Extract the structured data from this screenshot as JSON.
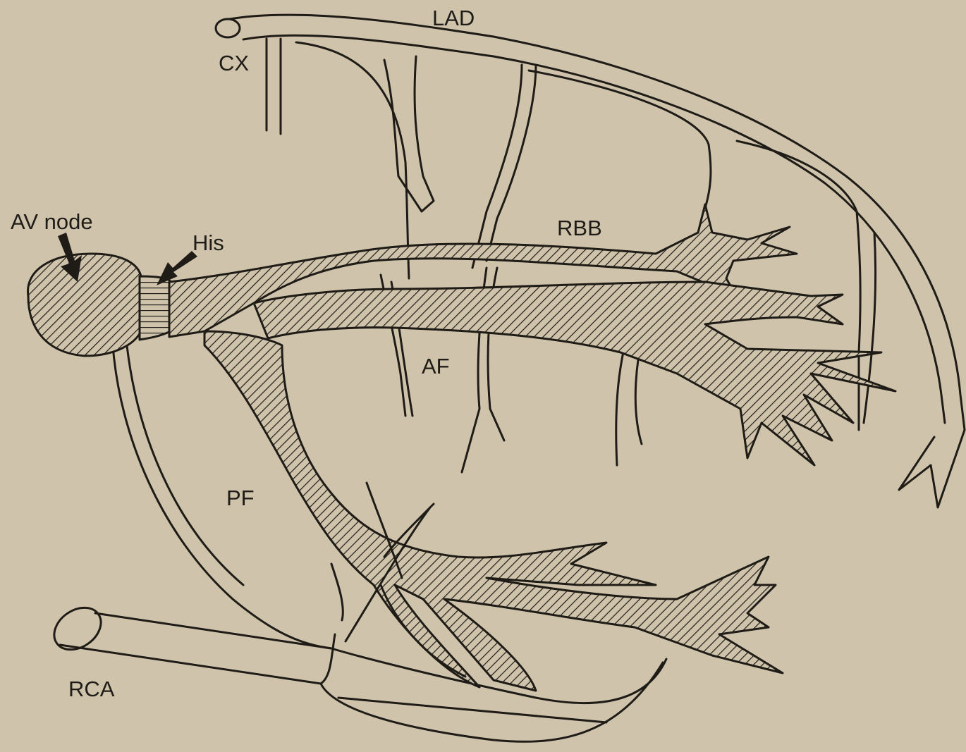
{
  "labels": {
    "lad": "LAD",
    "cx": "CX",
    "av_node": "AV node",
    "his": "His",
    "rbb": "RBB",
    "af": "AF",
    "pf": "PF",
    "rca": "RCA"
  },
  "colors": {
    "paper": "#cfc4ab",
    "ink": "#1f1b16"
  }
}
